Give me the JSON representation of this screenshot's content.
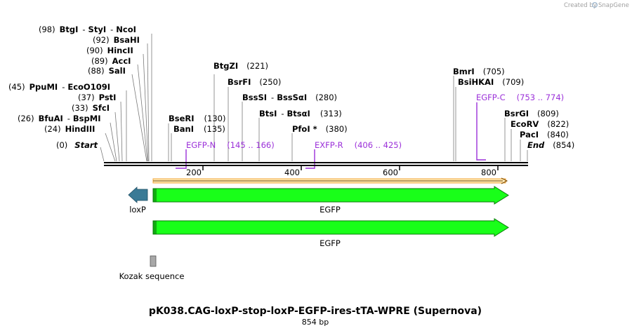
{
  "credit": {
    "text": "Created by",
    "brand": "SnapGene"
  },
  "sites": [
    {
      "pos": "(98)",
      "parts": [
        "BtgI",
        "StyI",
        "NcoI"
      ]
    },
    {
      "pos": "(92)",
      "parts": [
        "BsaHI"
      ]
    },
    {
      "pos": "(90)",
      "parts": [
        "HincII"
      ]
    },
    {
      "pos": "(89)",
      "parts": [
        "AccI"
      ]
    },
    {
      "pos": "(88)",
      "parts": [
        "SalI"
      ]
    },
    {
      "pos": "(45)",
      "parts": [
        "PpuMI",
        "EcoO109I"
      ]
    },
    {
      "pos": "(37)",
      "parts": [
        "PstI"
      ]
    },
    {
      "pos": "(33)",
      "parts": [
        "SfcI"
      ]
    },
    {
      "pos": "(26)",
      "parts": [
        "BfuAI",
        "BspMI"
      ]
    },
    {
      "pos": "(24)",
      "parts": [
        "HindIII"
      ]
    },
    {
      "pos": "(0)",
      "parts": [
        "Start"
      ]
    },
    {
      "pos": "(221)",
      "parts": [
        "BtgZI"
      ]
    },
    {
      "pos": "(250)",
      "parts": [
        "BsrFI"
      ]
    },
    {
      "pos": "(280)",
      "parts": [
        "BssSI",
        "BssSαI"
      ]
    },
    {
      "pos": "(313)",
      "parts": [
        "BtsI",
        "BtsαI"
      ]
    },
    {
      "pos": "(380)",
      "parts": [
        "PfoI *"
      ]
    },
    {
      "pos": "(130)",
      "parts": [
        "BseRI"
      ]
    },
    {
      "pos": "(135)",
      "parts": [
        "BanI"
      ]
    },
    {
      "pos": "(705)",
      "parts": [
        "BmrI"
      ]
    },
    {
      "pos": "(709)",
      "parts": [
        "BsiHKAI"
      ]
    },
    {
      "pos": "(809)",
      "parts": [
        "BsrGI"
      ]
    },
    {
      "pos": "(822)",
      "parts": [
        "EcoRV"
      ]
    },
    {
      "pos": "(840)",
      "parts": [
        "PacI"
      ]
    },
    {
      "pos": "(854)",
      "parts": [
        "End"
      ]
    }
  ],
  "primers": [
    {
      "name": "EGFP-N",
      "range": "(145 .. 166)"
    },
    {
      "name": "EXFP-R",
      "range": "(406 .. 425)"
    },
    {
      "name": "EGFP-C",
      "range": "(753 .. 774)"
    }
  ],
  "ruler": {
    "ticks": [
      "200",
      "400",
      "600",
      "800"
    ]
  },
  "features": [
    {
      "name": "loxP"
    },
    {
      "name": "EGFP"
    },
    {
      "name": "EGFP"
    },
    {
      "name": "Kozak sequence"
    }
  ],
  "title": "pK038.CAG-loxP-stop-loxP-EGFP-ires-tTA-WPRE (Supernova)",
  "length": "854 bp",
  "colors": {
    "primer": "#9b30d9",
    "feature_green": "#19ff19",
    "loxp": "#3a7a96",
    "orf": "#f3a63a",
    "kozak": "#a8a8a8"
  }
}
